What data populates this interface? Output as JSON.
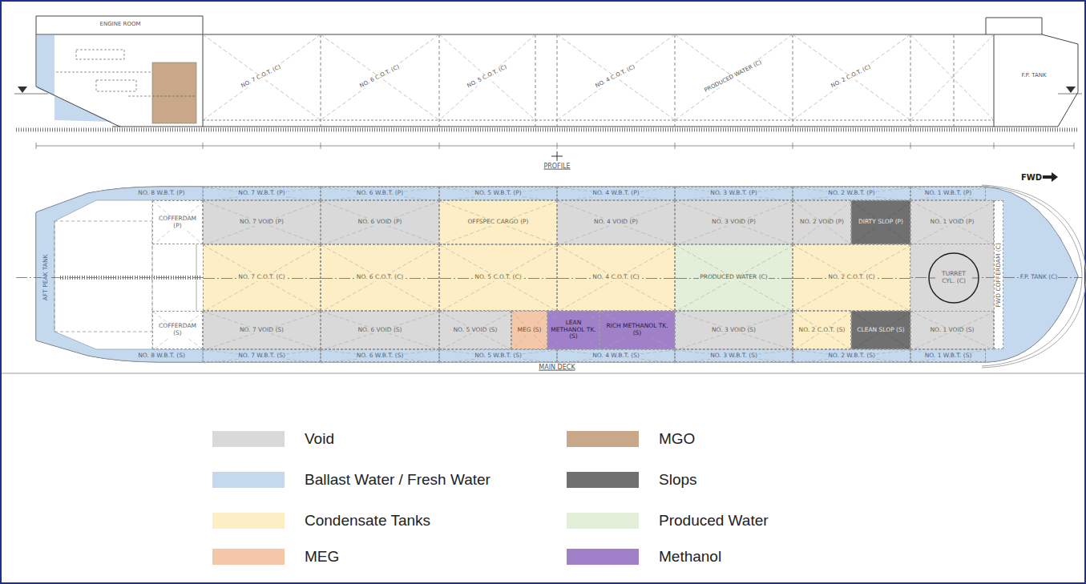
{
  "diagram": {
    "nodes": [
      {
        "text": [
          "NO. 8 W.B.T. (P)"
        ]
      },
      {
        "text": [
          "NO. 7 W.B.T. (P)"
        ]
      },
      {
        "text": [
          "NO. 6 W.B.T. (P)"
        ]
      },
      {
        "text": [
          "NO. 5 W.B.T. (P)"
        ]
      },
      {
        "text": [
          "NO. 4 W.B.T. (P)"
        ]
      },
      {
        "text": [
          "NO. 3 W.B.T. (P)"
        ]
      },
      {
        "text": [
          "NO. 2 W.B.T. (P)"
        ]
      },
      {
        "text": [
          "NO. 1 W.B.T. (P)"
        ]
      },
      {
        "text": [
          "COFFERDAM (P)"
        ]
      },
      {
        "text": [
          "NO. 7 VOID (P)"
        ]
      },
      {
        "text": [
          "NO. 6 VOID (P)"
        ]
      },
      {
        "text": [
          "OFFSPEC CARGO (P)"
        ]
      },
      {
        "text": [
          "NO. 4 VOID (P)"
        ]
      },
      {
        "text": [
          "NO. 3 VOID (P)"
        ]
      },
      {
        "text": [
          "NO. 2 VOID (P)"
        ]
      },
      {
        "text": [
          "DIRTY SLOP (P)"
        ]
      },
      {
        "text": [
          "NO. 1 VOID (P)"
        ]
      },
      {
        "text": [
          "NO. 7 C.O.T. (C)"
        ]
      },
      {
        "text": [
          "NO. 6 C.O.T. (C)"
        ]
      },
      {
        "text": [
          "NO. 5 C.O.T. (C)"
        ]
      },
      {
        "text": [
          "NO. 4 C.O.T. (C)"
        ]
      },
      {
        "text": [
          "PRODUCED WATER (C)"
        ]
      },
      {
        "text": [
          "NO. 2 C.O.T. (C)"
        ]
      },
      {
        "text": [
          "TURRET CYL. (C)"
        ]
      },
      {
        "text": [
          "F.P. TANK (C)"
        ]
      },
      {
        "text": [
          "FWD COFFERDAM (C)"
        ]
      },
      {
        "text": [
          "COFFERDAM (S)"
        ]
      },
      {
        "text": [
          "NO. 7 VOID (S)"
        ]
      },
      {
        "text": [
          "NO. 6 VOID (S)"
        ]
      },
      {
        "text": [
          "NO. 5 VOID (S)"
        ]
      },
      {
        "text": [
          "MEG (S)"
        ]
      },
      {
        "text": [
          "LEAN METHANOL TK. (S)"
        ]
      },
      {
        "text": [
          "RICH METHANOL TK. (S)"
        ]
      },
      {
        "text": [
          "NO. 3 VOID (S)"
        ]
      },
      {
        "text": [
          "NO. 2 C.O.T. (S)"
        ]
      },
      {
        "text": [
          "CLEAN SLOP (S)"
        ]
      },
      {
        "text": [
          "NO. 1 VOID (S)"
        ]
      },
      {
        "text": [
          "NO. 8 W.B.T. (S)"
        ]
      },
      {
        "text": [
          "NO. 7 W.B.T. (S)"
        ]
      },
      {
        "text": [
          "NO. 6 W.B.T. (S)"
        ]
      },
      {
        "text": [
          "NO. 5 W.B.T. (S)"
        ]
      },
      {
        "text": [
          "NO. 4 W.B.T. (S)"
        ]
      },
      {
        "text": [
          "NO. 3 W.B.T. (S)"
        ]
      },
      {
        "text": [
          "NO. 2 W.B.T. (S)"
        ]
      },
      {
        "text": [
          "NO. 1 W.B.T. (S)"
        ]
      },
      {
        "text": [
          "AFT PEAK TANK"
        ]
      }
    ],
    "labels": [
      "PROFILE",
      "MAIN DECK",
      "FWD",
      "ENGINE ROOM",
      "F.P. TANK",
      "NO. 7 C.O.T. (C)",
      "NO. 6 C.O.T. (C)",
      "NO. 5 C.O.T. (C)",
      "NO. 4 C.O.T. (C)",
      "PRODUCED WATER (C)",
      "NO. 2 C.O.T. (C)"
    ],
    "legend": [
      {
        "text": "Void",
        "color": "#d9d9d9"
      },
      {
        "text": "MGO",
        "color": "#c8a888"
      },
      {
        "text": "Ballast Water / Fresh Water",
        "color": "#c5d9ee"
      },
      {
        "text": "Slops",
        "color": "#707070"
      },
      {
        "text": "Condensate Tanks",
        "color": "#fdeec6"
      },
      {
        "text": "Produced Water",
        "color": "#e3efd9"
      },
      {
        "text": "MEG",
        "color": "#f4c7a8"
      },
      {
        "text": "Methanol",
        "color": "#a080c8"
      }
    ]
  }
}
